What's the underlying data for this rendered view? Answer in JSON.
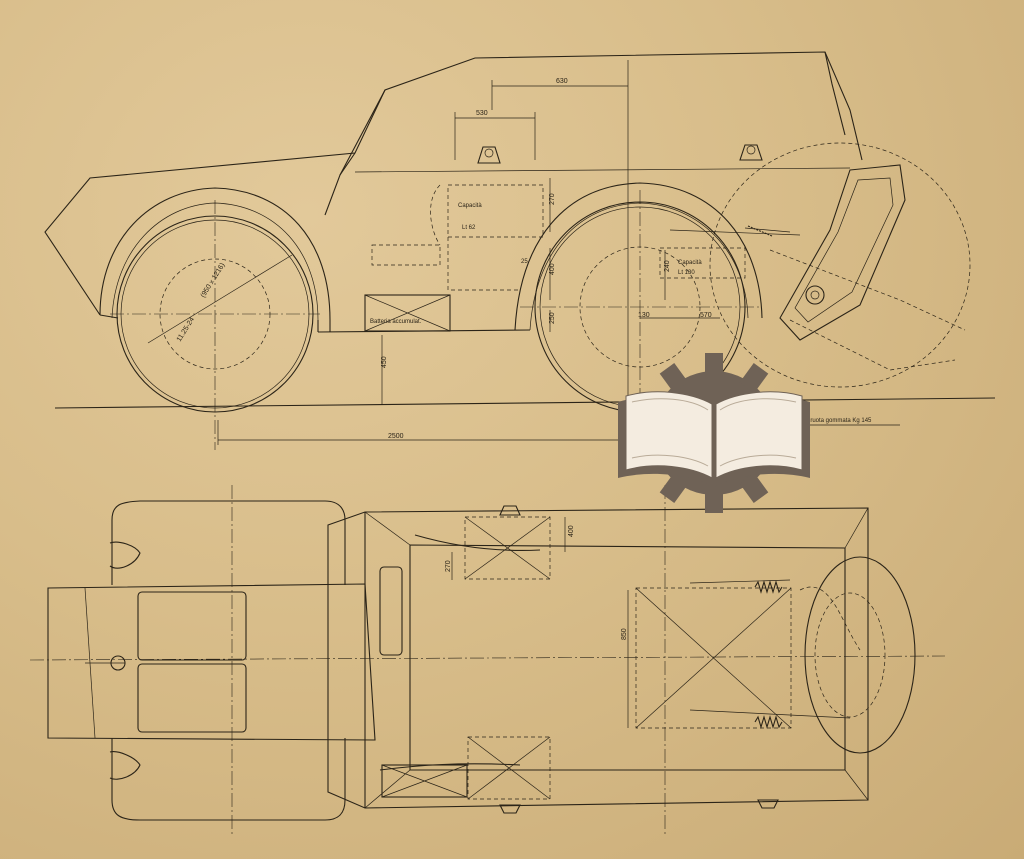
{
  "side_view": {
    "dim_630": "630",
    "dim_530": "530",
    "dim_270": "270",
    "dim_400": "400",
    "dim_240": "240",
    "dim_250": "250",
    "dim_130": "130",
    "dim_570": "570",
    "dim_450": "450",
    "dim_2500": "2500",
    "dim_25": "25",
    "tyre_size": "11.25-24",
    "tyre_diameter": "(950 x 1216)",
    "tank_front_title": "Capacità",
    "tank_front_capacity": "Lt 62",
    "tank_rear_title": "Capacità",
    "tank_rear_capacity": "Lt 130",
    "battery_label": "Batteria accumulat.",
    "spare_wheel_weight": "Peso ruota gommata  Kg  145"
  },
  "top_view": {
    "dim_400": "400",
    "dim_270": "270",
    "dim_850": "850"
  },
  "colors": {
    "paper": "#d9bf8e",
    "ink": "#2b2418",
    "logo_gear": "#6f6256",
    "logo_book": "#f4ece0"
  },
  "logo": {
    "icon": "book-gear-logo"
  }
}
